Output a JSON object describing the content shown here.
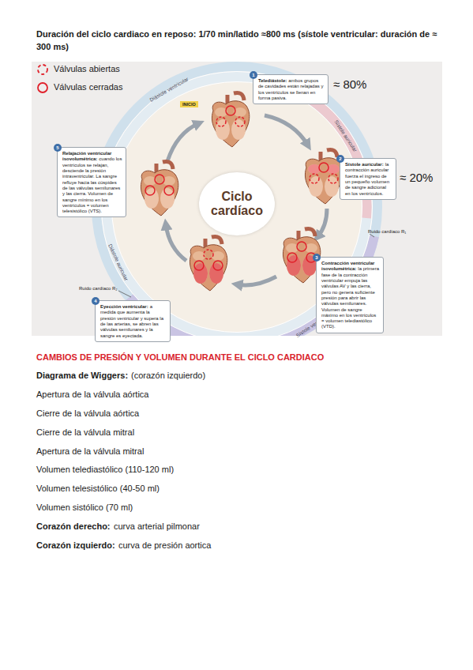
{
  "diagram": {
    "title": "Duración del ciclo cardiaco en reposo: 1/70 min/latido ≈800 ms (sístole ventricular: duración de ≈ 300 ms)",
    "nodes": [
      {
        "text": [
          "1",
          "Telediástole:",
          "ambos grupos de cavidades están relajadas y los ventrículos se llenan en forma pasiva."
        ]
      },
      {
        "text": [
          "5",
          "Relajación ventricular isovolumétrica:",
          "cuando los ventrículos se relajan, desciende la presión intraventricular. La sangre refluye hacia las cúspides de las válvulas semilunares y las cierra. Volumen de sangre mínimo en los ventrículos = volumen telesistólico (VTS)."
        ]
      },
      {
        "text": [
          "2",
          "Sístole auricular:",
          "la contracción auricular fuerza el ingreso de un pequeño volumen de sangre adicional en los ventrículos."
        ]
      },
      {
        "text": [
          "Ciclo cardíaco"
        ]
      },
      {
        "text": [
          "3",
          "Contracción ventricular isovolumétrica:",
          "la primera fase de la contracción ventricular empuja las válvulas AV y las cierra, pero no genera suficiente presión para abrir las válvulas semilunares. Volumen de sangre máximo en los ventrículos = volumen telediastólico (VTD)."
        ]
      },
      {
        "text": [
          "4",
          "Eyección ventricular:",
          "a medida que aumenta la presión ventricular y supera la de las arterias, se abren las válvulas semilunares y la sangre es eyectada."
        ]
      }
    ],
    "labels": [
      "INICIO",
      "≈ 80%",
      "Diástole ventricular",
      "Sístole auricular",
      "≈ 20%",
      "Ruido cardíaco R₁",
      "Diástole auricular",
      "Ruido cardíaco R₂",
      "Sístole ventricular",
      "CAMBIOS DE PRESIÓN Y VOLUMEN DURANTE EL CICLO CARDIACO",
      "Diagrama de Wiggers:",
      "(corazón izquierdo)",
      "Apertura de la válvula aórtica",
      "Cierre de la válvula aórtica",
      "Cierre de la válvula mitral",
      "Apertura de la válvula mitral",
      "Volumen telediastólico (110-120 ml)",
      "Volumen telesistólico (40-50 ml)",
      "Volumen sistólico (70 ml)",
      "Corazón derecho:",
      "curva arterial pilmonar",
      "Corazón izquierdo:",
      "curva de presión aortica"
    ],
    "legend": [
      {
        "text": "Válvulas abiertas"
      },
      {
        "text": "Válvulas cerradas"
      }
    ]
  }
}
